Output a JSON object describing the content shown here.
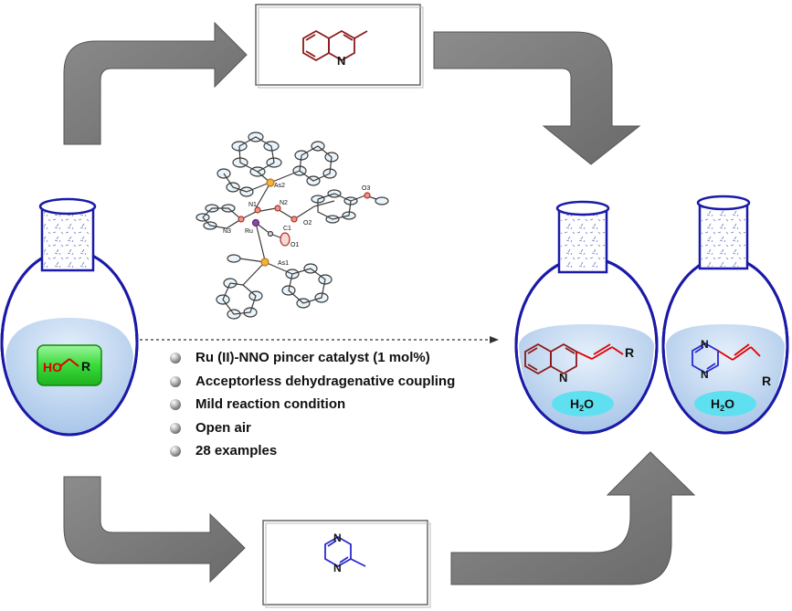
{
  "bullets": [
    "Ru (II)-NNO pincer catalyst (1 mol%)",
    "Acceptorless dehydragenative coupling",
    "Mild reaction condition",
    "Open air",
    "28 examples"
  ],
  "flask_left": {
    "HO": "HO",
    "R": "R"
  },
  "product_quinoline": {
    "N": "N",
    "R": "R",
    "H": "H",
    "sub": "2",
    "O": "O"
  },
  "product_pyrazine": {
    "N1": "N",
    "N2": "N",
    "R": "R",
    "H": "H",
    "sub": "2",
    "O": "O"
  },
  "reactant_quinoline": {
    "N": "N"
  },
  "reactant_pyrazine": {
    "N1": "N",
    "N2": "N"
  },
  "crystal_labels": {
    "as2": "As2",
    "as1": "As1",
    "n1": "N1",
    "n2": "N2",
    "n3": "N3",
    "ru": "Ru",
    "c1": "C1",
    "o1": "O1",
    "o2": "O2",
    "o3": "O3"
  },
  "colors": {
    "arrow": "#7a7a7a",
    "flask_outline": "#1a1aa8",
    "liquid": "#bcd3f0",
    "reactant_box": "#2fd42f",
    "quinoline": "#8b1a1a",
    "pyrazine": "#2a2ad0",
    "vinyl_red": "#e00000",
    "water_ellipse": "#5fe0f0",
    "frame": "#555555"
  }
}
